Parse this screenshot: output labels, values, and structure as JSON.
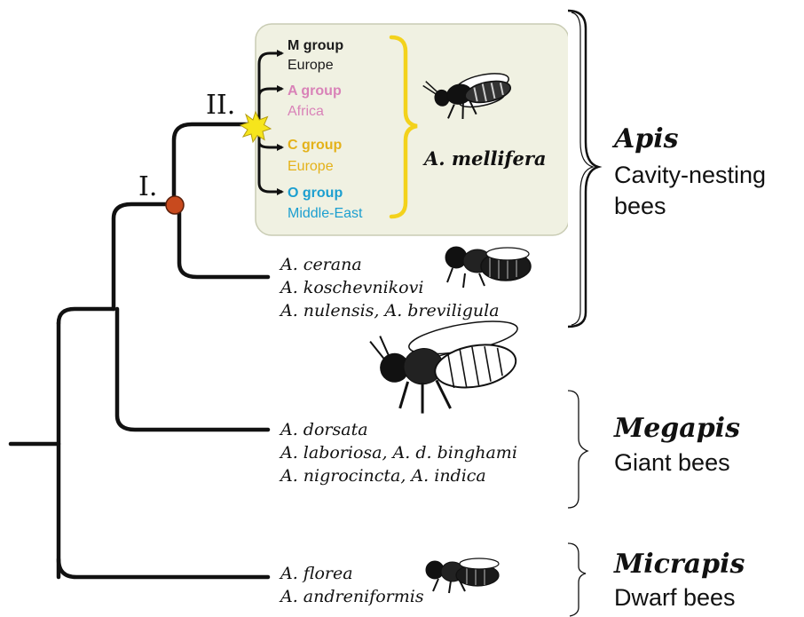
{
  "markers": {
    "node_one": "I.",
    "node_two": "II."
  },
  "colors": {
    "tree_line": "#111111",
    "node_one_dot": "#c84a1e",
    "node_two_star": "#f6e51c",
    "mellifera_box_fill": "#f0f1e2",
    "mellifera_box_border": "#c9ccb4",
    "mellifera_brace": "#f3d21c",
    "m_group": "#1a1a1a",
    "a_group": "#d983b8",
    "c_group": "#e4b21a",
    "o_group": "#1c9fd0"
  },
  "mellifera_groups": [
    {
      "name": "M group",
      "region": "Europe"
    },
    {
      "name": "A group",
      "region": "Africa"
    },
    {
      "name": "C group",
      "region": "Europe"
    },
    {
      "name": "O group",
      "region": "Middle-East"
    }
  ],
  "mellifera_label": "A. mellifera",
  "species": {
    "cerana_lines": [
      "A. cerana",
      "A. koschevnikovi",
      "A. nulensis, A. breviligula"
    ],
    "dorsata_lines": [
      "A. dorsata",
      "A. laboriosa, A. d. binghami",
      "A. nigrocincta,  A. indica"
    ],
    "florea_lines": [
      "A. florea",
      "A. andreniformis"
    ]
  },
  "clades": [
    {
      "genus": "Apis",
      "desc_lines": [
        "Cavity-nesting",
        "bees"
      ]
    },
    {
      "genus": "Megapis",
      "desc_lines": [
        "Giant bees"
      ]
    },
    {
      "genus": "Micrapis",
      "desc_lines": [
        "Dwarf bees"
      ]
    }
  ],
  "icons": [
    "honeybee-icon",
    "cerana-bee-icon",
    "giant-bee-icon",
    "dwarf-bee-icon"
  ]
}
